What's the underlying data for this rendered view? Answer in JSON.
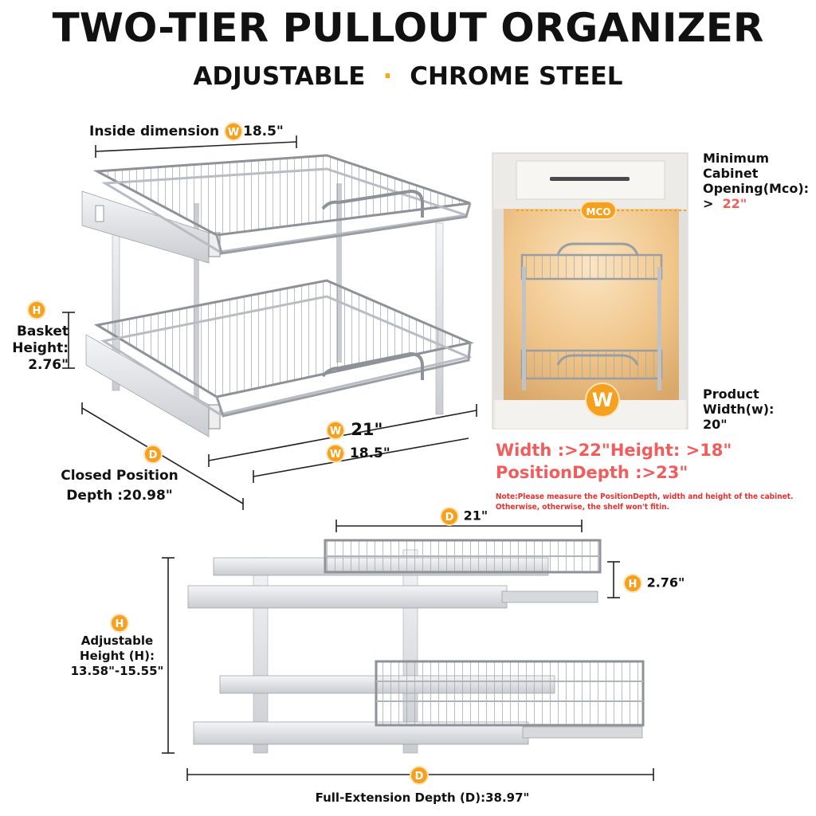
{
  "header": {
    "title": "TWO-TIER PULLOUT ORGANIZER",
    "subtitle_left": "ADJUSTABLE",
    "subtitle_sep": "·",
    "subtitle_right": "CHROME STEEL"
  },
  "top_view": {
    "inside_dimension_label": "Inside dimension",
    "inside_badge": "W",
    "inside_value": "18.5\"",
    "basket_height_badge": "H",
    "basket_height_label_1": "Basket",
    "basket_height_label_2": "Height:",
    "basket_height_value": "2.76\"",
    "width_badge_1": "W",
    "width_value_1": "21\"",
    "width_badge_2": "W",
    "width_value_2": "18.5\"",
    "depth_badge": "D",
    "closed_label": "Closed Position",
    "closed_value": "Depth :20.98\""
  },
  "cabinet": {
    "min_opening_1": "Minimum",
    "min_opening_2": "Cabinet",
    "min_opening_3": "Opening(Mco):",
    "min_opening_prefix": ">",
    "min_opening_value": "22\"",
    "mco_badge": "MCO",
    "w_badge": "W",
    "product_width_1": "Product",
    "product_width_2": "Width(w):",
    "product_width_value": "20\"",
    "req_line_1": "Width :>22\"Height: >18\"",
    "req_line_2": "PositionDepth :>23\"",
    "note_line_1": "Note:Please measure the PositionDepth, width and height of the cabinet.",
    "note_line_2": "Otherwise, otherwise, the shelf won't fitin."
  },
  "bottom_view": {
    "depth_badge_top": "D",
    "depth_value_top": "21\"",
    "basket_h_badge": "H",
    "basket_h_value": "2.76\"",
    "adj_badge": "H",
    "adj_label_1": "Adjustable",
    "adj_label_2": "Height (H):",
    "adj_value": "13.58\"-15.55\"",
    "full_depth_badge": "D",
    "full_depth_label": "Full-Extension Depth (D):38.97\""
  },
  "colors": {
    "accent": "#f5a01e",
    "warning": "#f25c5c",
    "note": "#e8312f",
    "chrome": "#b9bcc2",
    "cabinet_light": "#f2d3a4"
  }
}
